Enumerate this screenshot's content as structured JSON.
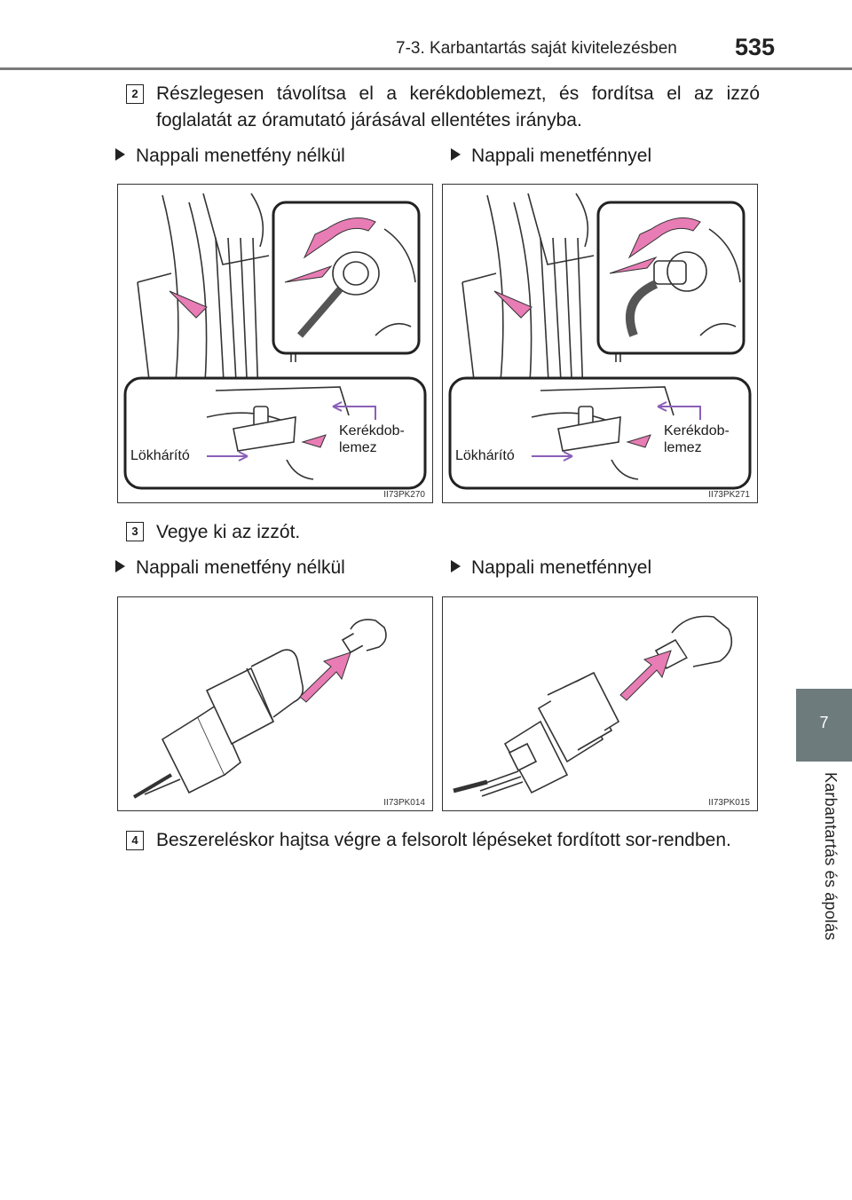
{
  "header": {
    "title": "7-3. Karbantartás saját kivitelezésben",
    "page_number": "535"
  },
  "side_tab": {
    "number": "7",
    "label": "Karbantartás és ápolás"
  },
  "steps": [
    {
      "number": "2",
      "text": "Részlegesen távolítsa el a kerékdoblemezt, és fordítsa el az izzó foglalatát az óramutató járásával ellentétes irányba."
    },
    {
      "number": "3",
      "text": "Vegye ki az izzót."
    },
    {
      "number": "4",
      "text": "Beszereléskor hajtsa végre a felsorolt lépéseket fordított sor-rendben."
    }
  ],
  "variants": {
    "without_drl": "Nappali menetfény nélkül",
    "with_drl": "Nappali menetfénnyel"
  },
  "figures": {
    "fig1": {
      "code": "II73PK270",
      "label_bumper": "Lökhárító",
      "label_liner_1": "Kerékdob-",
      "label_liner_2": "lemez"
    },
    "fig2": {
      "code": "II73PK271",
      "label_bumper": "Lökhárító",
      "label_liner_1": "Kerékdob-",
      "label_liner_2": "lemez"
    },
    "fig3": {
      "code": "II73PK014"
    },
    "fig4": {
      "code": "II73PK015"
    }
  },
  "colors": {
    "arrow_pink": "#e87cb4",
    "callout_purple": "#8a5fb8",
    "tab_gray": "#6e7b7d"
  }
}
